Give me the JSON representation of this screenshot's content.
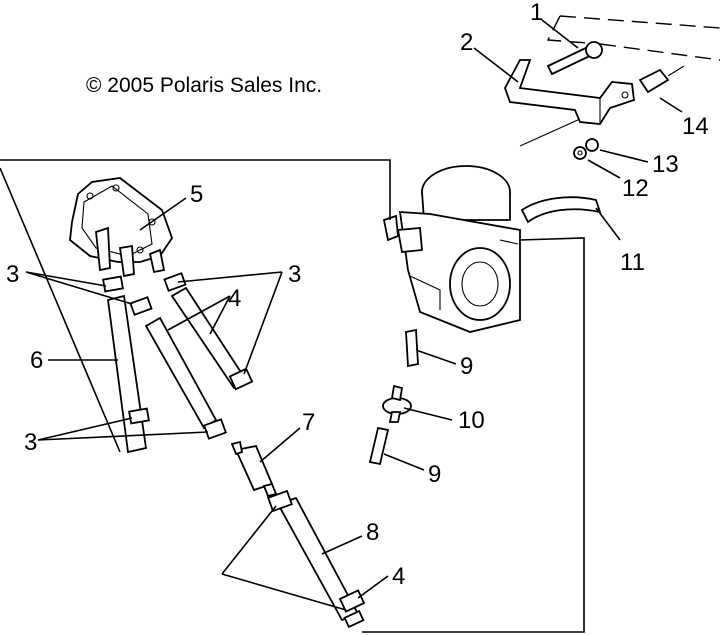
{
  "copyright": "© 2005 Polaris Sales Inc.",
  "callouts": {
    "c1": "1",
    "c2": "2",
    "c3a": "3",
    "c3b": "3",
    "c3c": "3",
    "c4a": "4",
    "c4b": "4",
    "c5": "5",
    "c6": "6",
    "c7": "7",
    "c8": "8",
    "c9a": "9",
    "c9b": "9",
    "c10": "10",
    "c11": "11",
    "c12": "12",
    "c13": "13",
    "c14": "14"
  }
}
